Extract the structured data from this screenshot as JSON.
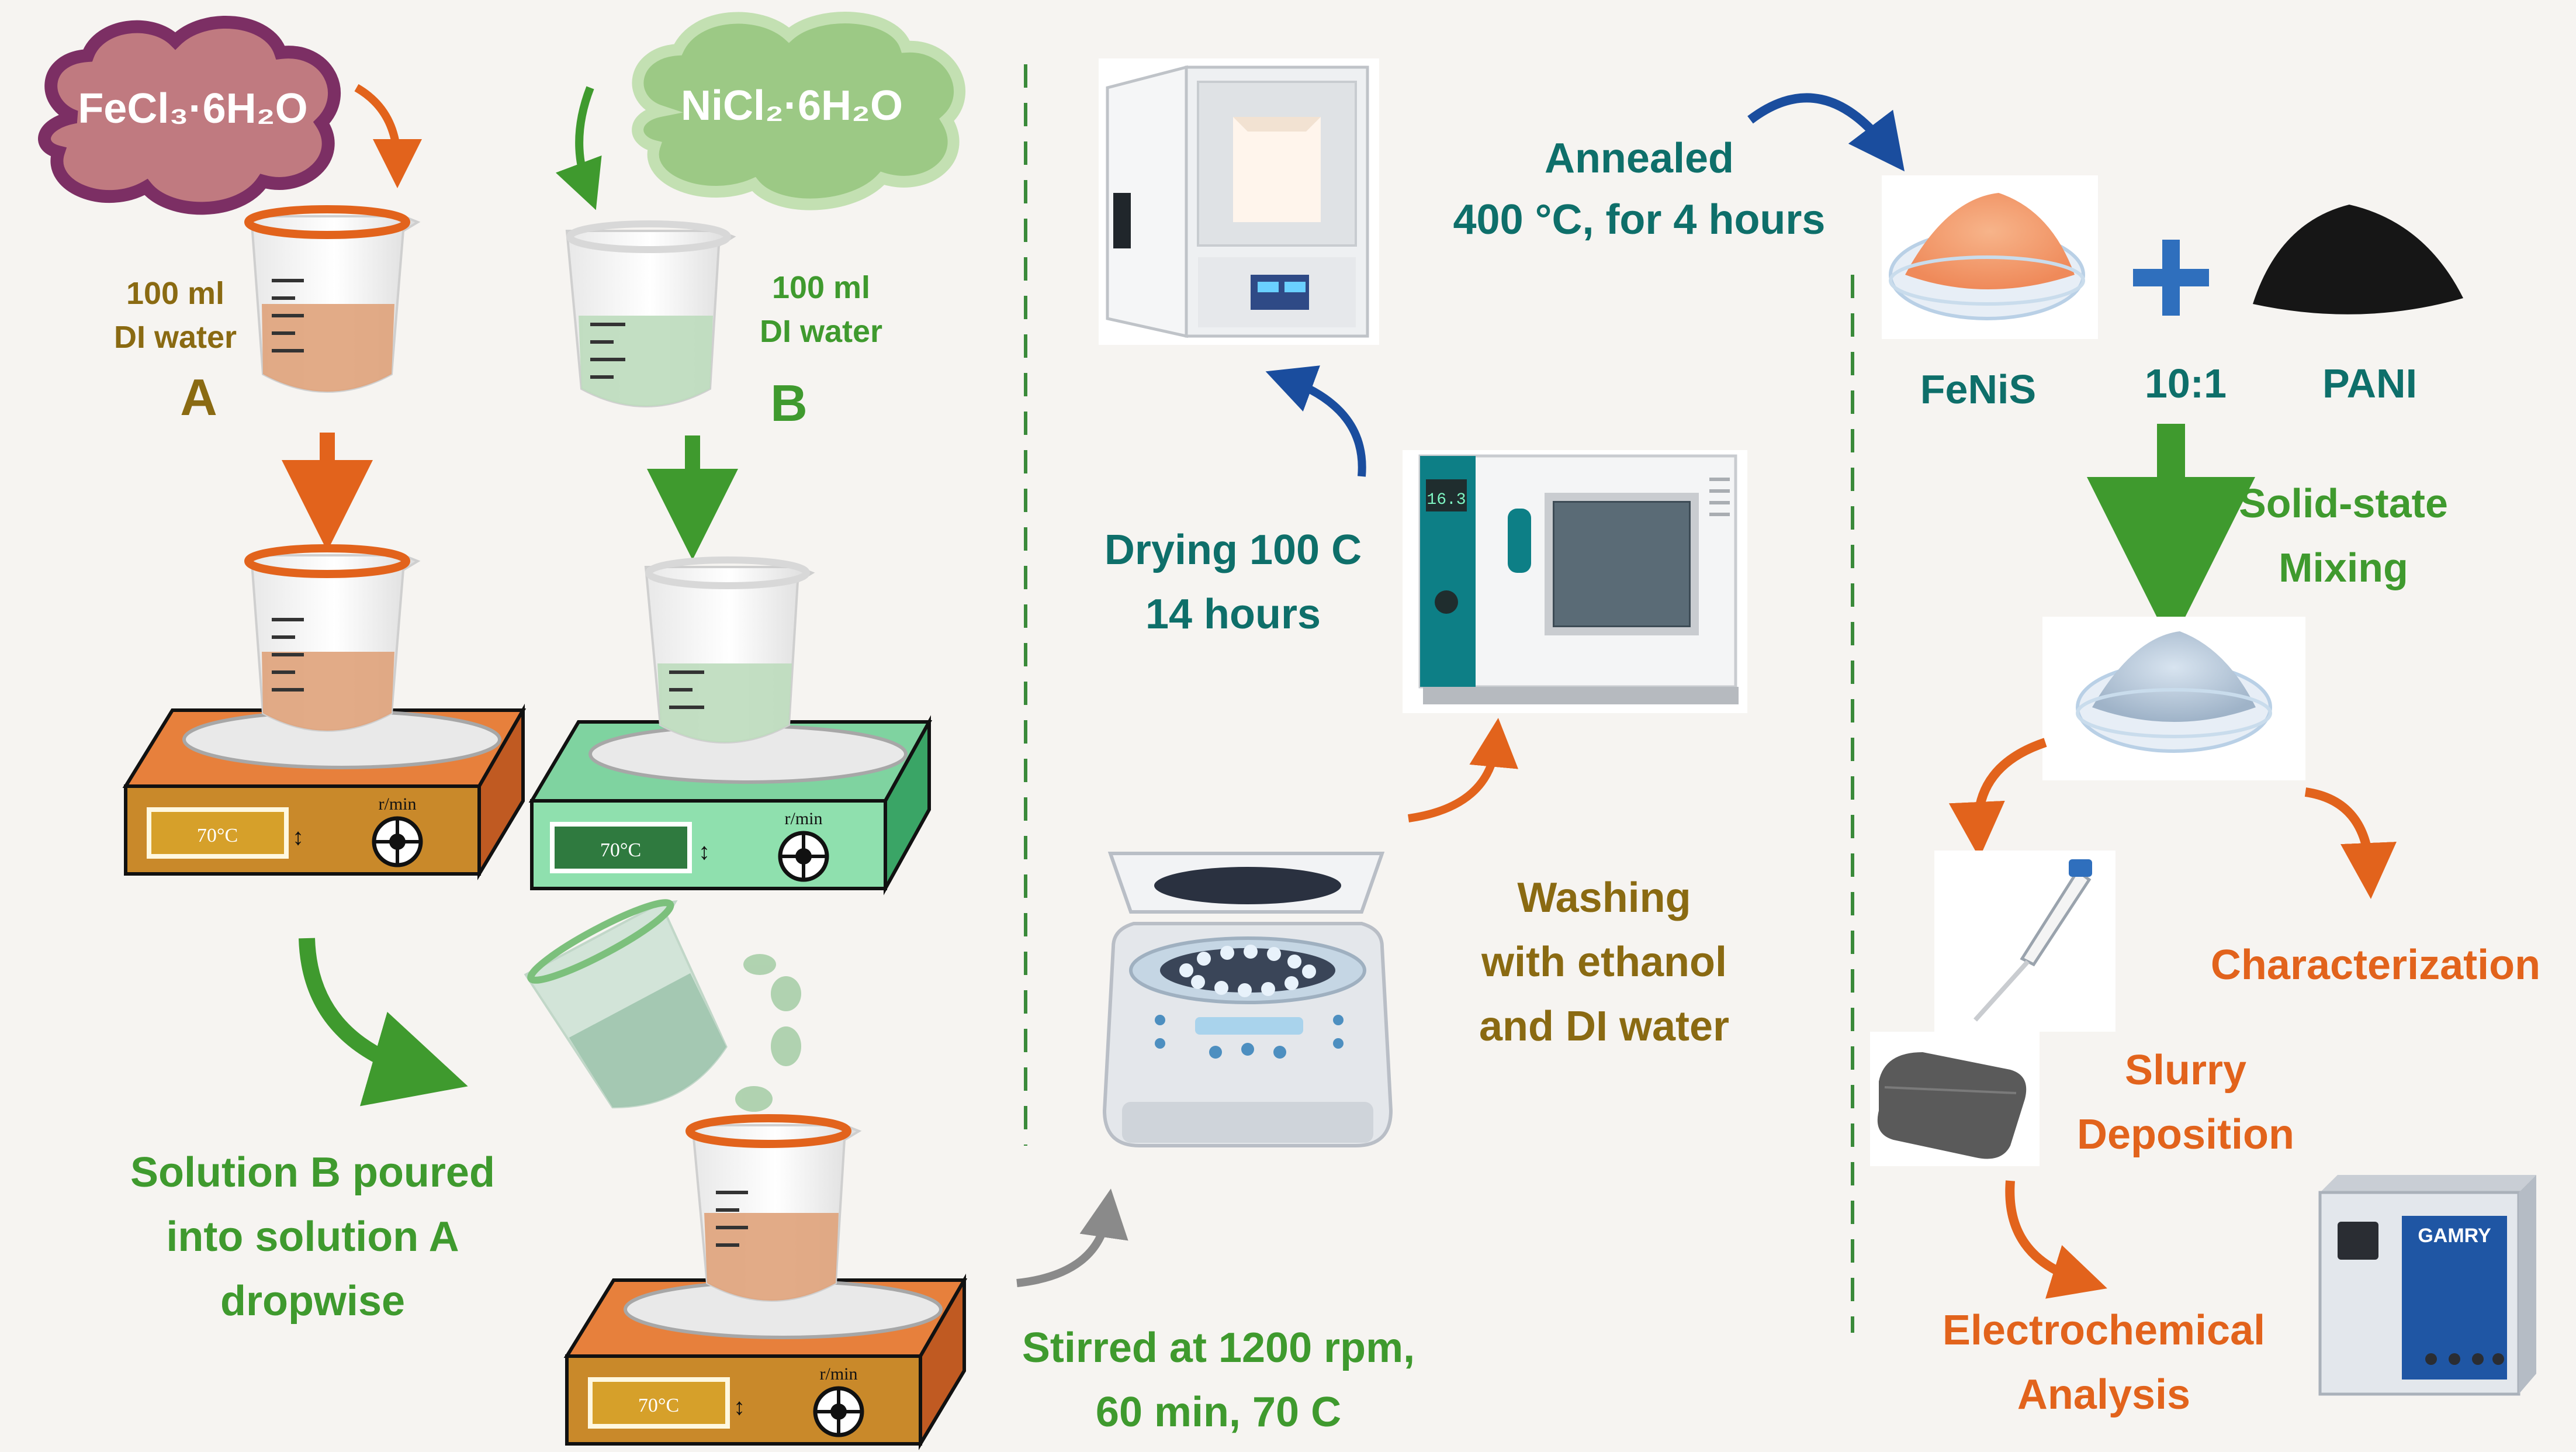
{
  "colors": {
    "background": "#f6f4f1",
    "olive": "#8a6a12",
    "green": "#3f9a2e",
    "teal": "#0e6f6a",
    "orange": "#e2631c",
    "blue": "#1a4d9e",
    "fe_cloud": "#c07a80",
    "ni_cloud": "#9cc985",
    "divider": "#3a8a3a"
  },
  "left": {
    "fe_cloud_label": "FeCl₃·6H₂O",
    "ni_cloud_label": "NiCl₂·6H₂O",
    "volume_a_line1": "100 ml",
    "volume_a_line2": "DI water",
    "volume_b_line1": "100 ml",
    "volume_b_line2": "DI water",
    "solution_a": "A",
    "solution_b": "B",
    "stirrer_temp_a": "70°C",
    "stirrer_temp_b": "70°C",
    "stirrer_temp_c": "70°C",
    "rpm_unit_a": "r/min",
    "rpm_unit_b": "r/min",
    "rpm_unit_c": "r/min",
    "poured_line1": "Solution B poured",
    "poured_line2": "into solution A",
    "poured_line3": "dropwise"
  },
  "middle": {
    "stirred_line1": "Stirred at 1200 rpm,",
    "stirred_line2": "60 min, 70 C",
    "washing_line1": "Washing",
    "washing_line2": "with ethanol",
    "washing_line3": "and DI water",
    "drying_line1": "Drying 100 C",
    "drying_line2": "14 hours",
    "oven_display": "16.3"
  },
  "right": {
    "annealed_line1": "Annealed",
    "annealed_line2": "400 °C, for 4 hours",
    "fenis": "FeNiS",
    "ratio": "10:1",
    "pani": "PANI",
    "mixing_line1": "Solid-state",
    "mixing_line2": "Mixing",
    "characterization": "Characterization",
    "slurry_line1": "Slurry",
    "slurry_line2": "Deposition",
    "electro_line1": "Electrochemical",
    "electro_line2": "Analysis",
    "instrument_brand": "GAMRY"
  }
}
